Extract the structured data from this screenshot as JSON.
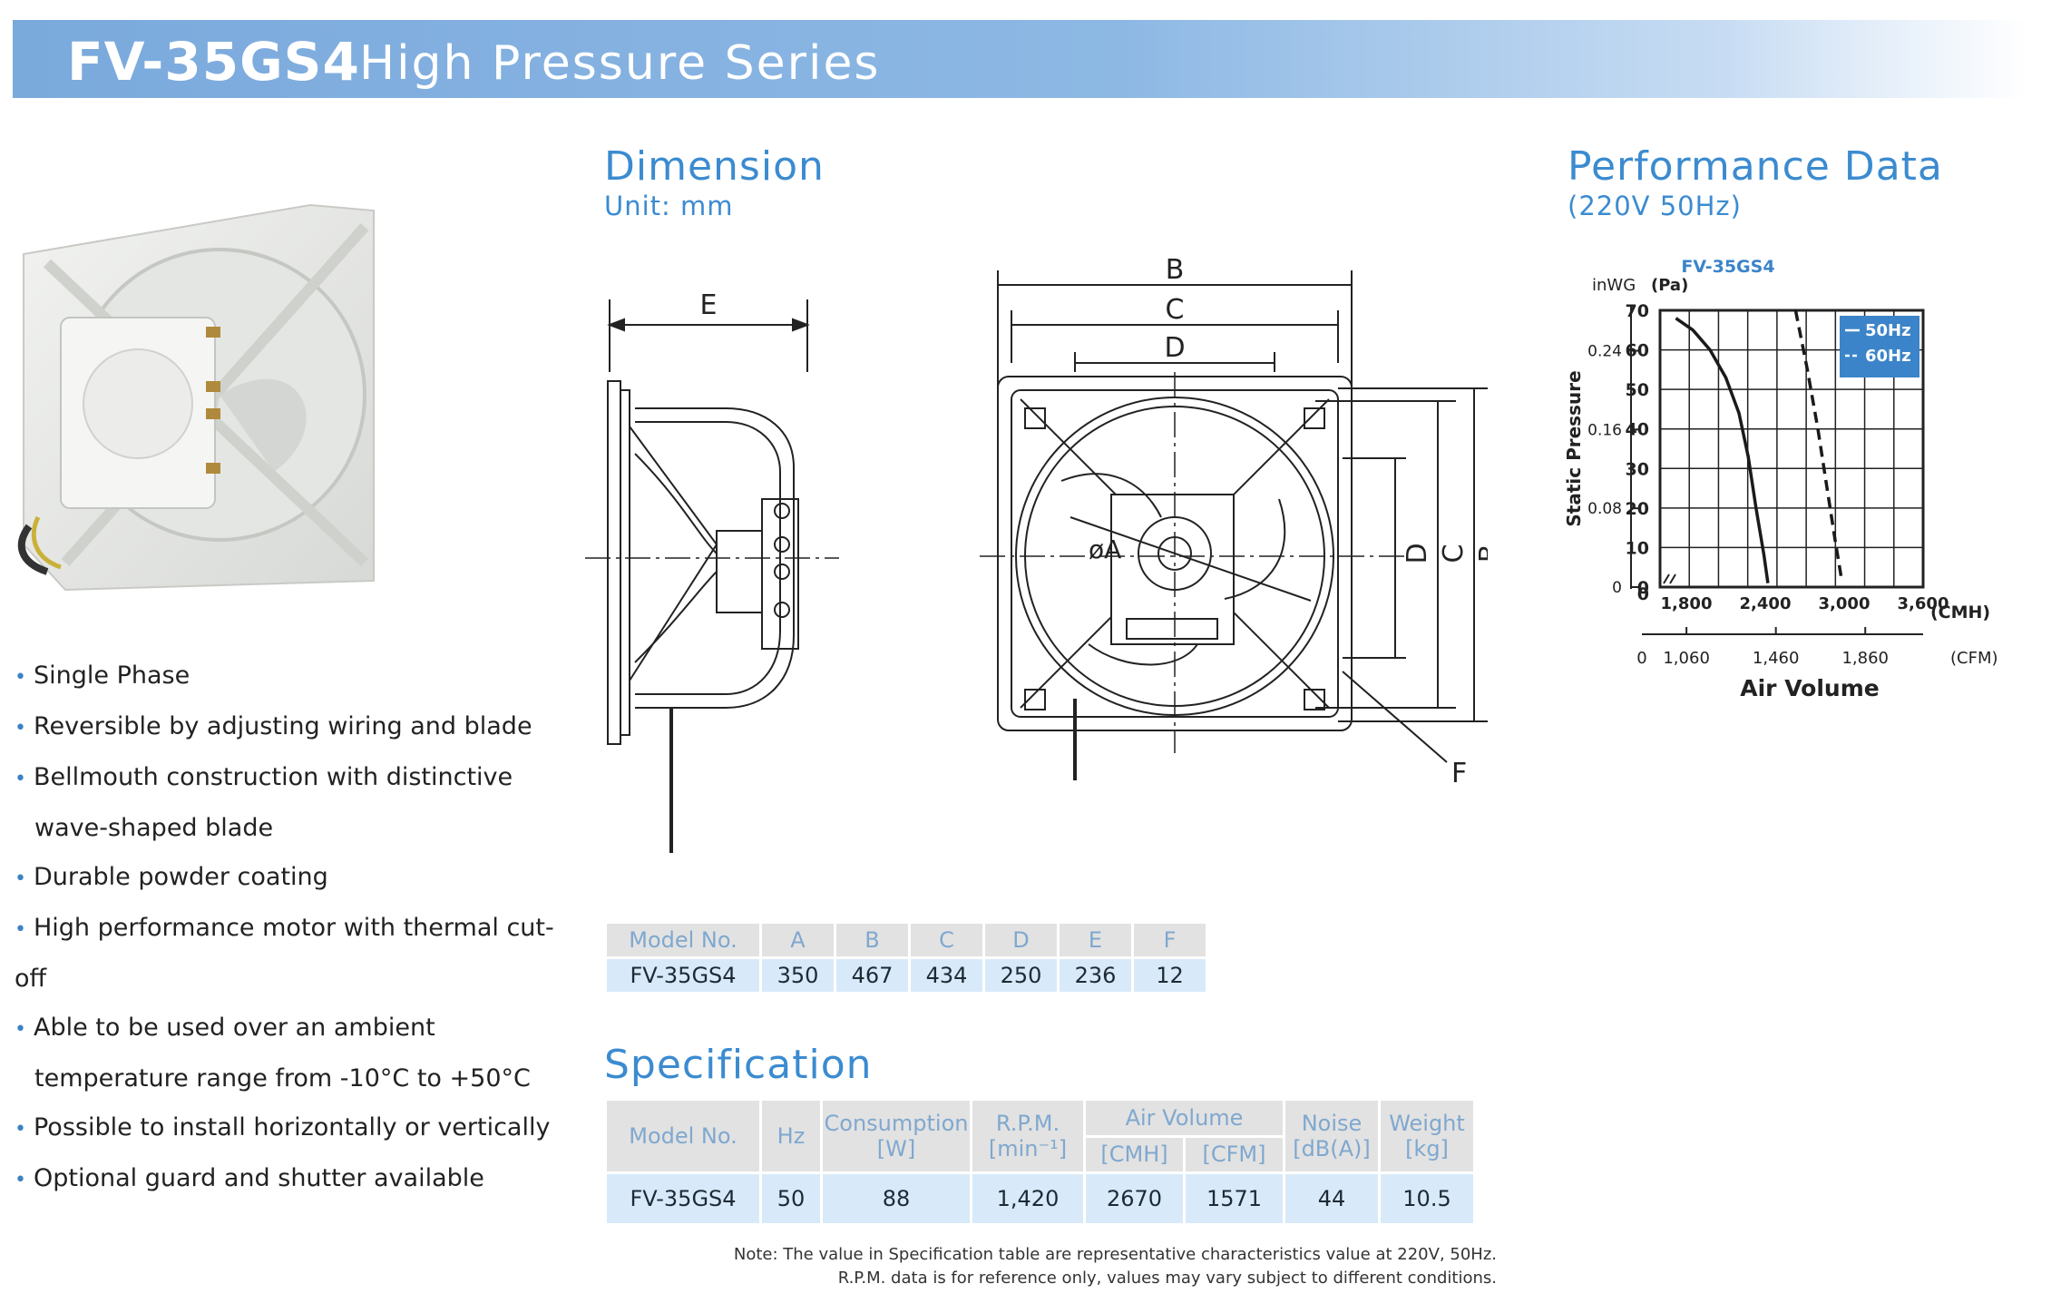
{
  "banner": {
    "model": "FV-35GS4",
    "series": "High Pressure Series"
  },
  "features": [
    {
      "text": "Single Phase",
      "bullet": true
    },
    {
      "text": "Reversible by adjusting wiring and blade",
      "bullet": true
    },
    {
      "text": "Bellmouth construction with distinctive",
      "bullet": true
    },
    {
      "text": "wave-shaped blade",
      "bullet": false
    },
    {
      "text": "Durable powder coating",
      "bullet": true
    },
    {
      "text": "High performance motor with thermal cut-off",
      "bullet": true
    },
    {
      "text": "Able to be used over an ambient",
      "bullet": true
    },
    {
      "text": "temperature range from -10°C to +50°C",
      "bullet": false
    },
    {
      "text": "Possible to install horizontally or vertically",
      "bullet": true
    },
    {
      "text": "Optional guard and shutter available",
      "bullet": true
    }
  ],
  "dimension": {
    "title": "Dimension",
    "unit": "Unit: mm",
    "labels": {
      "E": "E",
      "B": "B",
      "C": "C",
      "D": "D",
      "A": "øA",
      "F": "F"
    },
    "table": {
      "headers": [
        "Model No.",
        "A",
        "B",
        "C",
        "D",
        "E",
        "F"
      ],
      "row": [
        "FV-35GS4",
        "350",
        "467",
        "434",
        "250",
        "236",
        "12"
      ]
    }
  },
  "specification": {
    "title": "Specification",
    "headers": {
      "model": "Model No.",
      "hz": "Hz",
      "consumption": "Consumption",
      "consumption_unit": "[W]",
      "rpm": "R.P.M.",
      "rpm_unit": "[min⁻¹]",
      "air_volume": "Air Volume",
      "cmh": "[CMH]",
      "cfm": "[CFM]",
      "noise": "Noise",
      "noise_unit": "[dB(A)]",
      "weight": "Weight",
      "weight_unit": "[kg]"
    },
    "row": {
      "model": "FV-35GS4",
      "hz": "50",
      "consumption": "88",
      "rpm": "1,420",
      "cmh": "2670",
      "cfm": "1571",
      "noise": "44",
      "weight": "10.5"
    },
    "note_line1": "Note: The value in Specification table are representative characteristics value at 220V, 50Hz.",
    "note_line2": "R.P.M. data is for reference only, values may vary subject to different conditions."
  },
  "performance": {
    "title": "Performance Data",
    "subtitle": "(220V 50Hz)"
  },
  "chart_data": {
    "type": "line",
    "title": "FV-35GS4",
    "xlabel": "Air Volume",
    "ylabel": "Static Pressure",
    "x_unit_primary": "(CMH)",
    "x_unit_secondary": "(CFM)",
    "y_unit_primary": "(Pa)",
    "y_unit_secondary": "inWG",
    "xlim": [
      1600,
      3600
    ],
    "ylim": [
      0,
      70
    ],
    "x_ticks": [
      1800,
      2400,
      3000,
      3600
    ],
    "x_tick_labels": [
      "1,800",
      "2,400",
      "3,000",
      "3,600"
    ],
    "x_secondary_ticks": [
      1060,
      1460,
      1860
    ],
    "x_secondary_tick_labels": [
      "1,060",
      "1,460",
      "1,860"
    ],
    "x_secondary_zero": "0",
    "y_ticks": [
      0,
      10,
      20,
      30,
      40,
      50,
      60,
      70
    ],
    "y_secondary_ticks": [
      0,
      0.08,
      0.16,
      0.24
    ],
    "y_secondary_tick_labels": [
      "0",
      "0.08",
      "0.16",
      "0.24"
    ],
    "grid": true,
    "legend": "top-right",
    "series": [
      {
        "name": "50Hz",
        "style": "solid",
        "points": [
          [
            1720,
            68
          ],
          [
            1850,
            65
          ],
          [
            1980,
            60
          ],
          [
            2100,
            53
          ],
          [
            2200,
            44
          ],
          [
            2270,
            33
          ],
          [
            2330,
            20
          ],
          [
            2390,
            8
          ],
          [
            2420,
            1
          ]
        ]
      },
      {
        "name": "60Hz",
        "style": "dashed",
        "points": [
          [
            2630,
            70
          ],
          [
            2720,
            55
          ],
          [
            2800,
            40
          ],
          [
            2870,
            25
          ],
          [
            2930,
            12
          ],
          [
            2980,
            2
          ]
        ]
      }
    ],
    "colors": {
      "line": "#1a1a1a",
      "legend_bg": "#3b84c9",
      "title": "#3b84c9"
    }
  }
}
